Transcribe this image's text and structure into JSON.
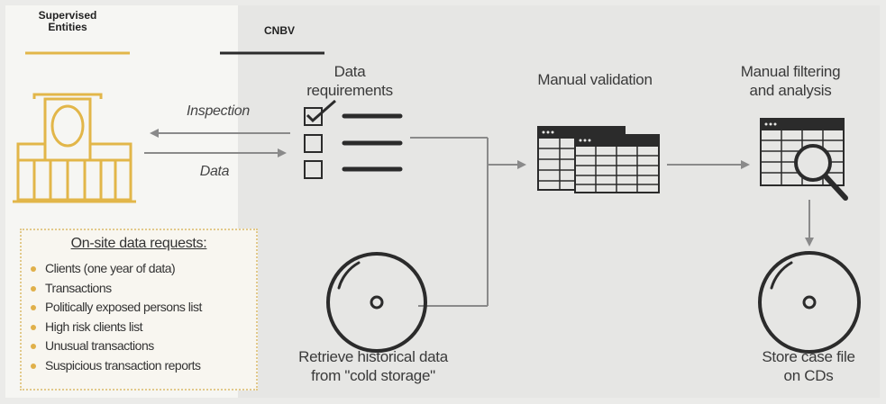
{
  "headers": {
    "supervised_entities": "Supervised\nEntities",
    "cnbv": "CNBV"
  },
  "arrows": {
    "inspection": "Inspection",
    "data": "Data"
  },
  "steps": {
    "data_requirements": "Data\nrequirements",
    "manual_validation": "Manual validation",
    "manual_filtering": "Manual filtering\nand analysis",
    "retrieve_historical": "Retrieve historical data\nfrom \"cold storage\"",
    "store_case_file": "Store case file\non CDs"
  },
  "onsite_box": {
    "title": "On-site data requests:",
    "items": [
      "Clients (one year of data)",
      "Transactions",
      "Politically exposed persons list",
      "High risk clients list",
      "Unusual transactions",
      "Suspicious transaction reports"
    ]
  },
  "colors": {
    "gold_accent": "#e2b649",
    "dark_line": "#2b2b2b",
    "arrow_gray": "#8a8a8a"
  },
  "icons": {
    "entity": "bank-building-icon",
    "checklist": "checklist-icon",
    "spreadsheets": "spreadsheet-icon",
    "analysis": "magnifier-spreadsheet-icon",
    "disc": "cd-disc-icon"
  }
}
